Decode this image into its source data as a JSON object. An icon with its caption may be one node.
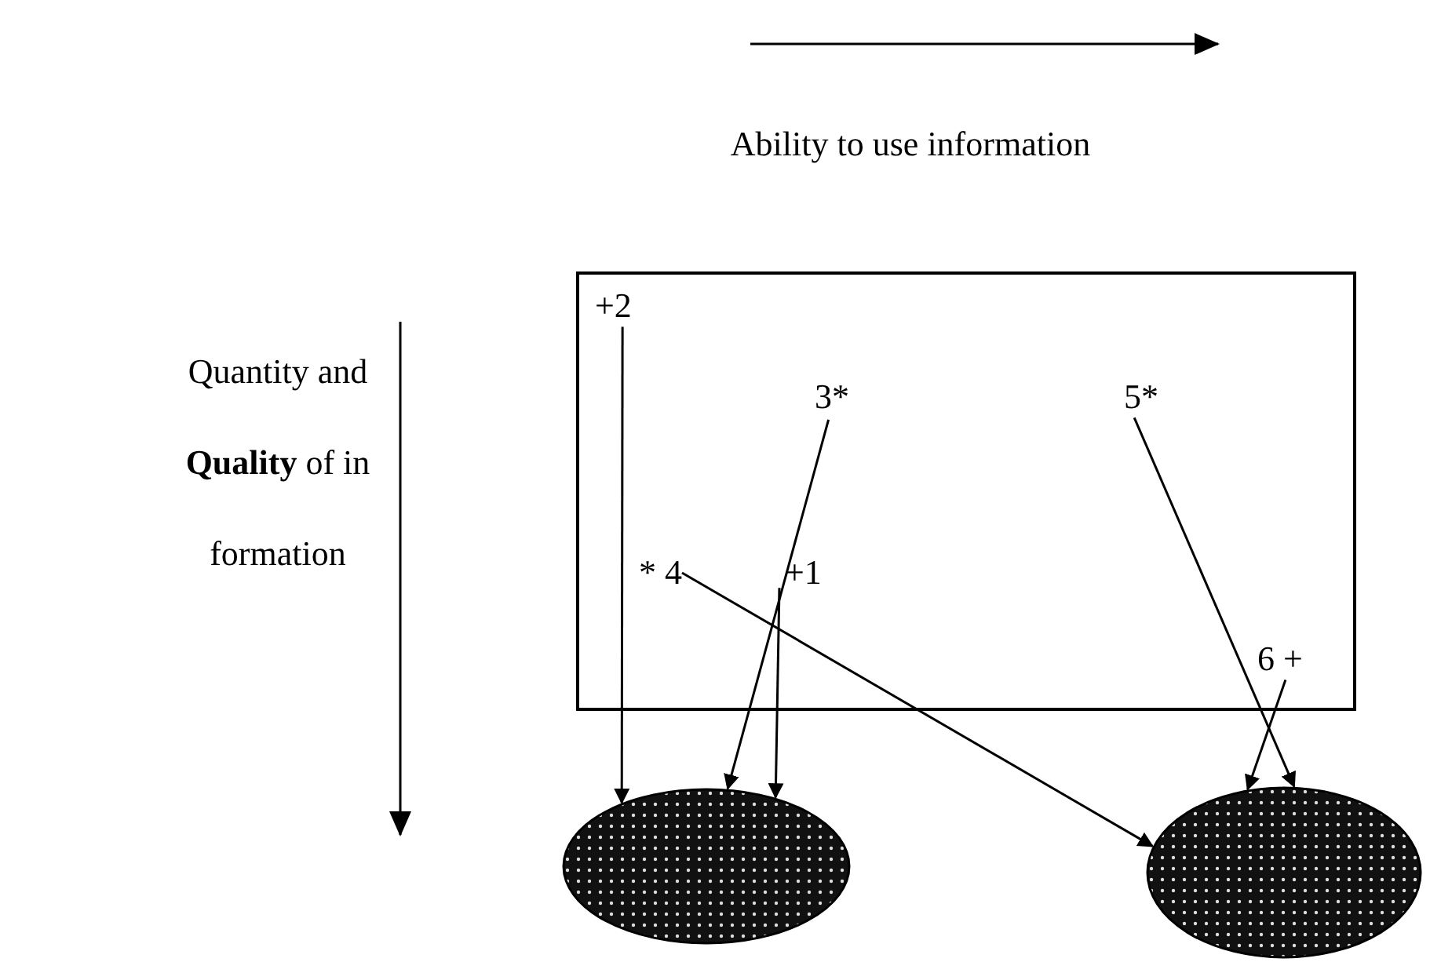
{
  "diagram": {
    "nodes": [
      {
        "text": [],
        "shape": "box"
      },
      {
        "text": [
          "+2"
        ],
        "in": 0
      },
      {
        "text": [
          "3*"
        ],
        "in": 0
      },
      {
        "text": [
          "5*"
        ],
        "in": 0
      },
      {
        "text": [
          "* 4"
        ],
        "in": 0
      },
      {
        "text": [
          "+1"
        ],
        "in": 0
      },
      {
        "text": [
          "6 +"
        ],
        "in": 0
      },
      {
        "text": [],
        "shape": "ellipse"
      },
      {
        "text": [],
        "shape": "ellipse"
      }
    ],
    "edges": [
      {
        "from": 1,
        "to": 7,
        "arrow": "to"
      },
      {
        "from": 2,
        "to": 7,
        "arrow": "to"
      },
      {
        "from": 5,
        "to": 7,
        "arrow": "to"
      },
      {
        "from": 4,
        "to": 8,
        "arrow": "to"
      },
      {
        "from": 3,
        "to": 8,
        "arrow": "to"
      },
      {
        "from": 6,
        "to": 8,
        "arrow": "to"
      }
    ],
    "labels": [
      "Ability to use information",
      "Quantity and **Quality** of in formation"
    ]
  }
}
